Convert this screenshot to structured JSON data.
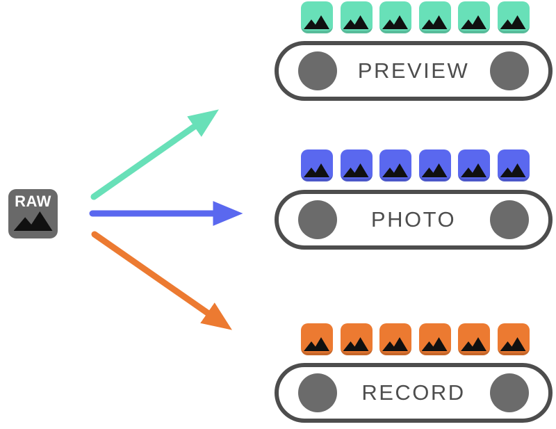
{
  "diagram": {
    "background_color": "#FFFFFF",
    "source": {
      "label": "RAW",
      "node_color": "#696969",
      "label_color": "#FFFFFF",
      "glyph": "mountain-image",
      "glyph_color": "#101010"
    },
    "streams": [
      {
        "id": "preview",
        "label": "PREVIEW",
        "color": "#68E0B8",
        "frames": 6
      },
      {
        "id": "photo",
        "label": "PHOTO",
        "color": "#5A68EF",
        "frames": 6
      },
      {
        "id": "record",
        "label": "RECORD",
        "color": "#EC7A31",
        "frames": 6
      }
    ],
    "palette": {
      "frame_glyph": "#101010",
      "capsule_border": "#4D4D4D",
      "capsule_circle": "#6B6B6B",
      "capsule_label": "#4D4D4D"
    }
  }
}
